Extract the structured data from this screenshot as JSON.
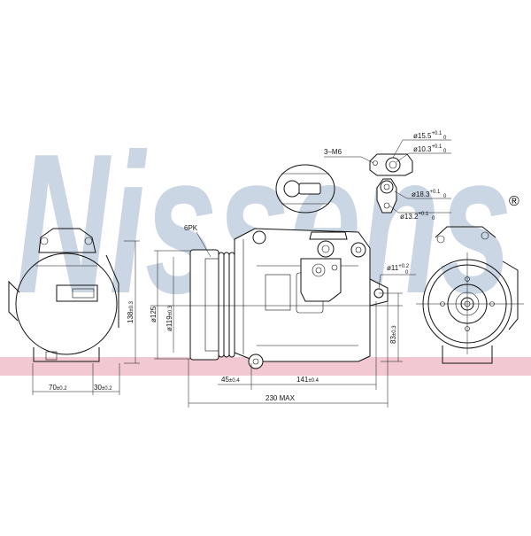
{
  "brand": {
    "watermark": "Nissens",
    "registered_mark": "®",
    "watermark_color": "#b9c9dc",
    "band_color": "#f2c9d3"
  },
  "labels": {
    "bolts": "3–M6",
    "belt": "6PK"
  },
  "dimensions": {
    "port_top_outer": "ø15.5",
    "port_top_outer_tol_upper": "+0.1",
    "port_top_outer_tol_lower": "0",
    "port_top_inner": "ø10.3",
    "port_top_inner_tol_upper": "+0.1",
    "port_top_inner_tol_lower": "0",
    "port_bottom_outer": "ø18.3",
    "port_bottom_outer_tol_upper": "+0.1",
    "port_bottom_outer_tol_lower": "0",
    "port_bottom_inner": "ø13.2",
    "port_bottom_inner_tol_upper": "+0.1",
    "port_bottom_inner_tol_lower": "0",
    "mount_hole": "ø11",
    "mount_hole_tol_upper": "+0.2",
    "mount_hole_tol_lower": "0",
    "height_left": "138",
    "height_left_tol": "±0.3",
    "pulley_outer": "ø125",
    "pulley_groove": "ø119",
    "pulley_groove_tol": "±0.3",
    "mount_height": "83",
    "mount_height_tol": "±0.3",
    "width_a": "70",
    "width_a_tol": "±0.2",
    "width_b": "30",
    "width_b_tol": "±0.2",
    "len_a": "45",
    "len_a_tol": "±0.4",
    "len_b": "141",
    "len_b_tol": "±0.4",
    "overall": "230 MAX"
  }
}
